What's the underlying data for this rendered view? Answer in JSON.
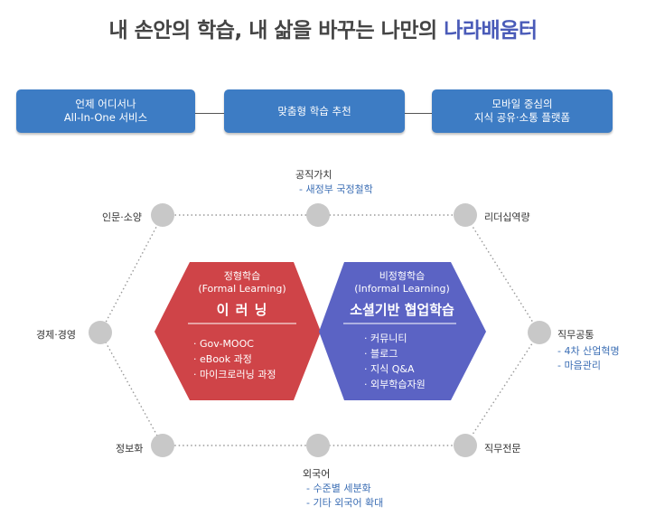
{
  "headline": {
    "main": "내 손안의 학습, 내 삶을 바꾸는 나만의",
    "accent": "나라배움터"
  },
  "top_boxes": [
    {
      "line1": "언제 어디서나",
      "line2": "All-In-One  서비스"
    },
    {
      "line1": "맞춤형 학습 추천",
      "line2": ""
    },
    {
      "line1": "모바일 중심의",
      "line2": "지식 공유·소통 플랫폼"
    }
  ],
  "nodes": {
    "top": {
      "label": "공직가치",
      "subs": [
        "- 새정부 국정철학"
      ]
    },
    "top_left": {
      "label": "인문·소양"
    },
    "top_right": {
      "label": "리더십역량"
    },
    "left": {
      "label": "경제·경영"
    },
    "right": {
      "label": "직무공통",
      "subs": [
        "- 4차 산업혁명",
        "- 마음관리"
      ]
    },
    "bottom_left": {
      "label": "정보화"
    },
    "bottom": {
      "label": "외국어",
      "subs": [
        "- 수준별 세분화",
        "- 기타 외국어 확대"
      ]
    },
    "bottom_right": {
      "label": "직무전문"
    }
  },
  "formal": {
    "title": "정형학습",
    "subtitle": "(Formal Learning)",
    "name": "이 러 닝",
    "items": [
      "Gov-MOOC",
      "eBook 과정",
      "마이크로러닝 과정"
    ]
  },
  "informal": {
    "title": "비정형학습",
    "subtitle": "(Informal Learning)",
    "name": "소셜기반 협업학습",
    "items": [
      "커뮤니티",
      "블로그",
      "지식 Q&A",
      "외부학습자원"
    ]
  },
  "colors": {
    "top_box": "#3d7cc4",
    "formal_hex": "#cf4448",
    "informal_hex": "#5b63c4",
    "node": "#c8c8c8",
    "accent_text": "#4a5bb8",
    "sub_text": "#3d6fb5"
  }
}
